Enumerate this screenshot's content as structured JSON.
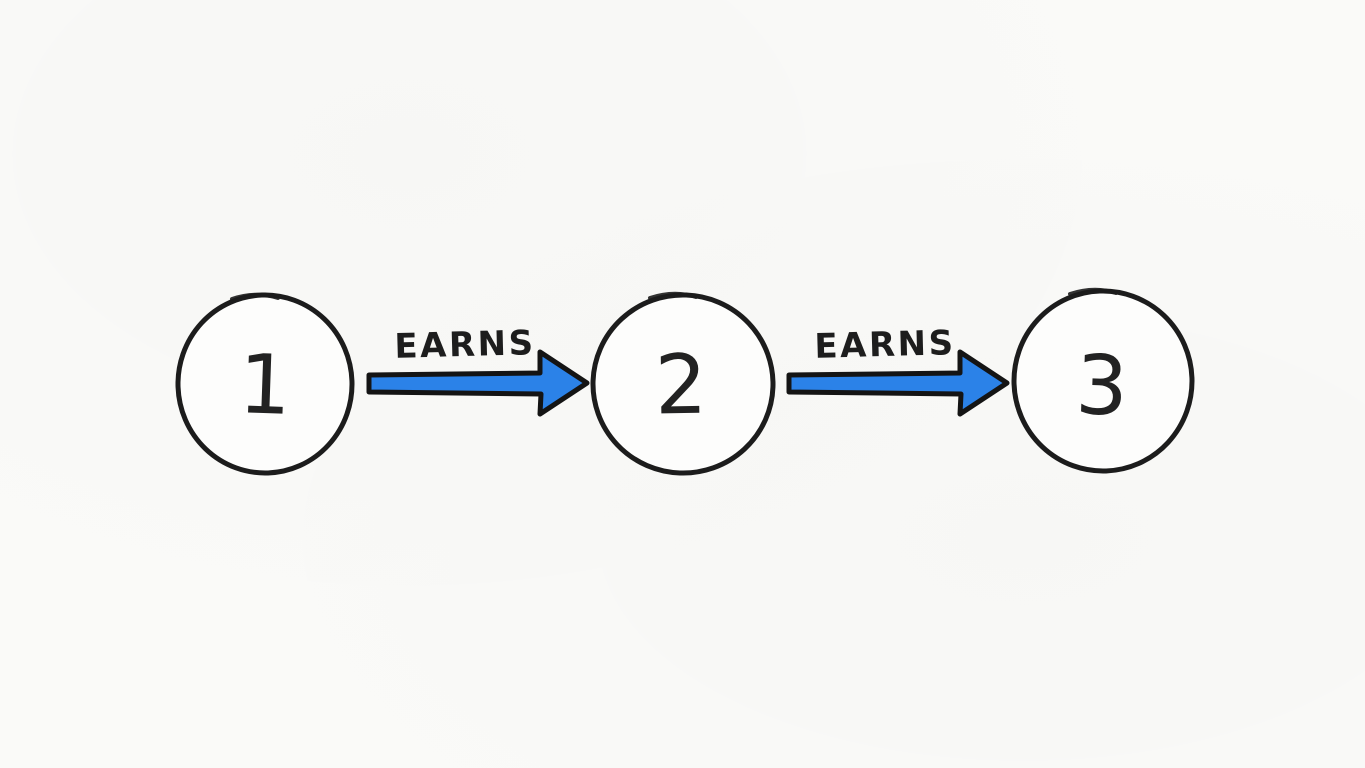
{
  "canvas": {
    "background_color": "#fafaf8",
    "ink_color": "#1c1c1c",
    "accent_blue": "#2b82e8",
    "style": "hand-drawn-whiteboard"
  },
  "diagram": {
    "type": "flow",
    "nodes": [
      {
        "id": "1",
        "label": "1"
      },
      {
        "id": "2",
        "label": "2"
      },
      {
        "id": "3",
        "label": "3"
      }
    ],
    "edges": [
      {
        "from": "1",
        "to": "2",
        "label": "EARNS",
        "direction": "right"
      },
      {
        "from": "2",
        "to": "3",
        "label": "EARNS",
        "direction": "right"
      }
    ]
  }
}
